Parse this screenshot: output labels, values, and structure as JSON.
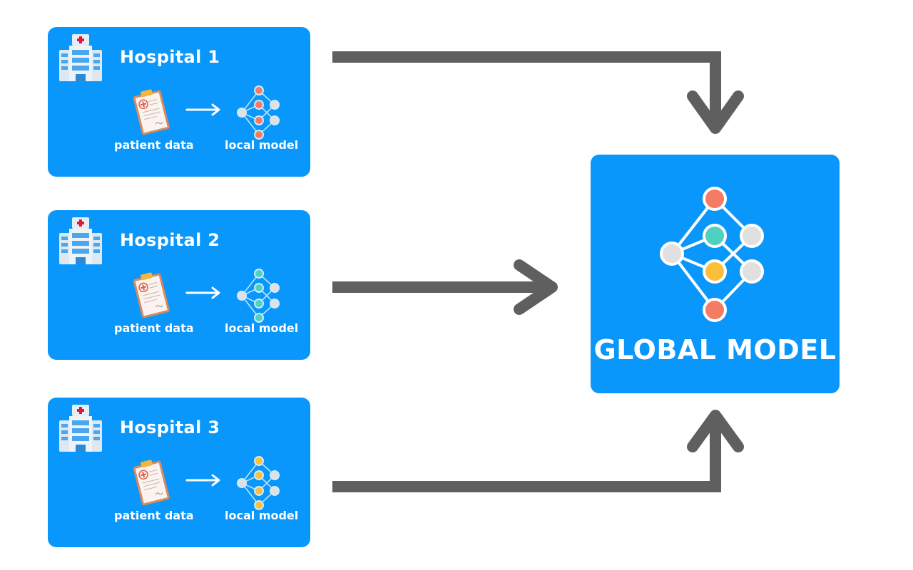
{
  "hospitals": [
    {
      "title": "Hospital 1",
      "data_label": "patient data",
      "model_label": "local model",
      "node_color": "#f47c64"
    },
    {
      "title": "Hospital 2",
      "data_label": "patient data",
      "model_label": "local model",
      "node_color": "#4fd1c0"
    },
    {
      "title": "Hospital 3",
      "data_label": "patient data",
      "model_label": "local model",
      "node_color": "#fbbf3a"
    }
  ],
  "global": {
    "title": "GLOBAL MODEL",
    "node_colors": {
      "top": "#f47c64",
      "mid1": "#4fd1c0",
      "mid2": "#fbbf3a",
      "bottom": "#f47c64",
      "side": "#e0e0e0"
    }
  },
  "colors": {
    "box": "#0997fb",
    "arrow": "#5f5f5f",
    "neutral_node": "#e0e0e0"
  },
  "icons": {
    "hospital": "hospital-building-icon",
    "clipboard": "clipboard-medical-icon",
    "network": "neural-network-icon",
    "arrow": "arrow-right-icon"
  }
}
